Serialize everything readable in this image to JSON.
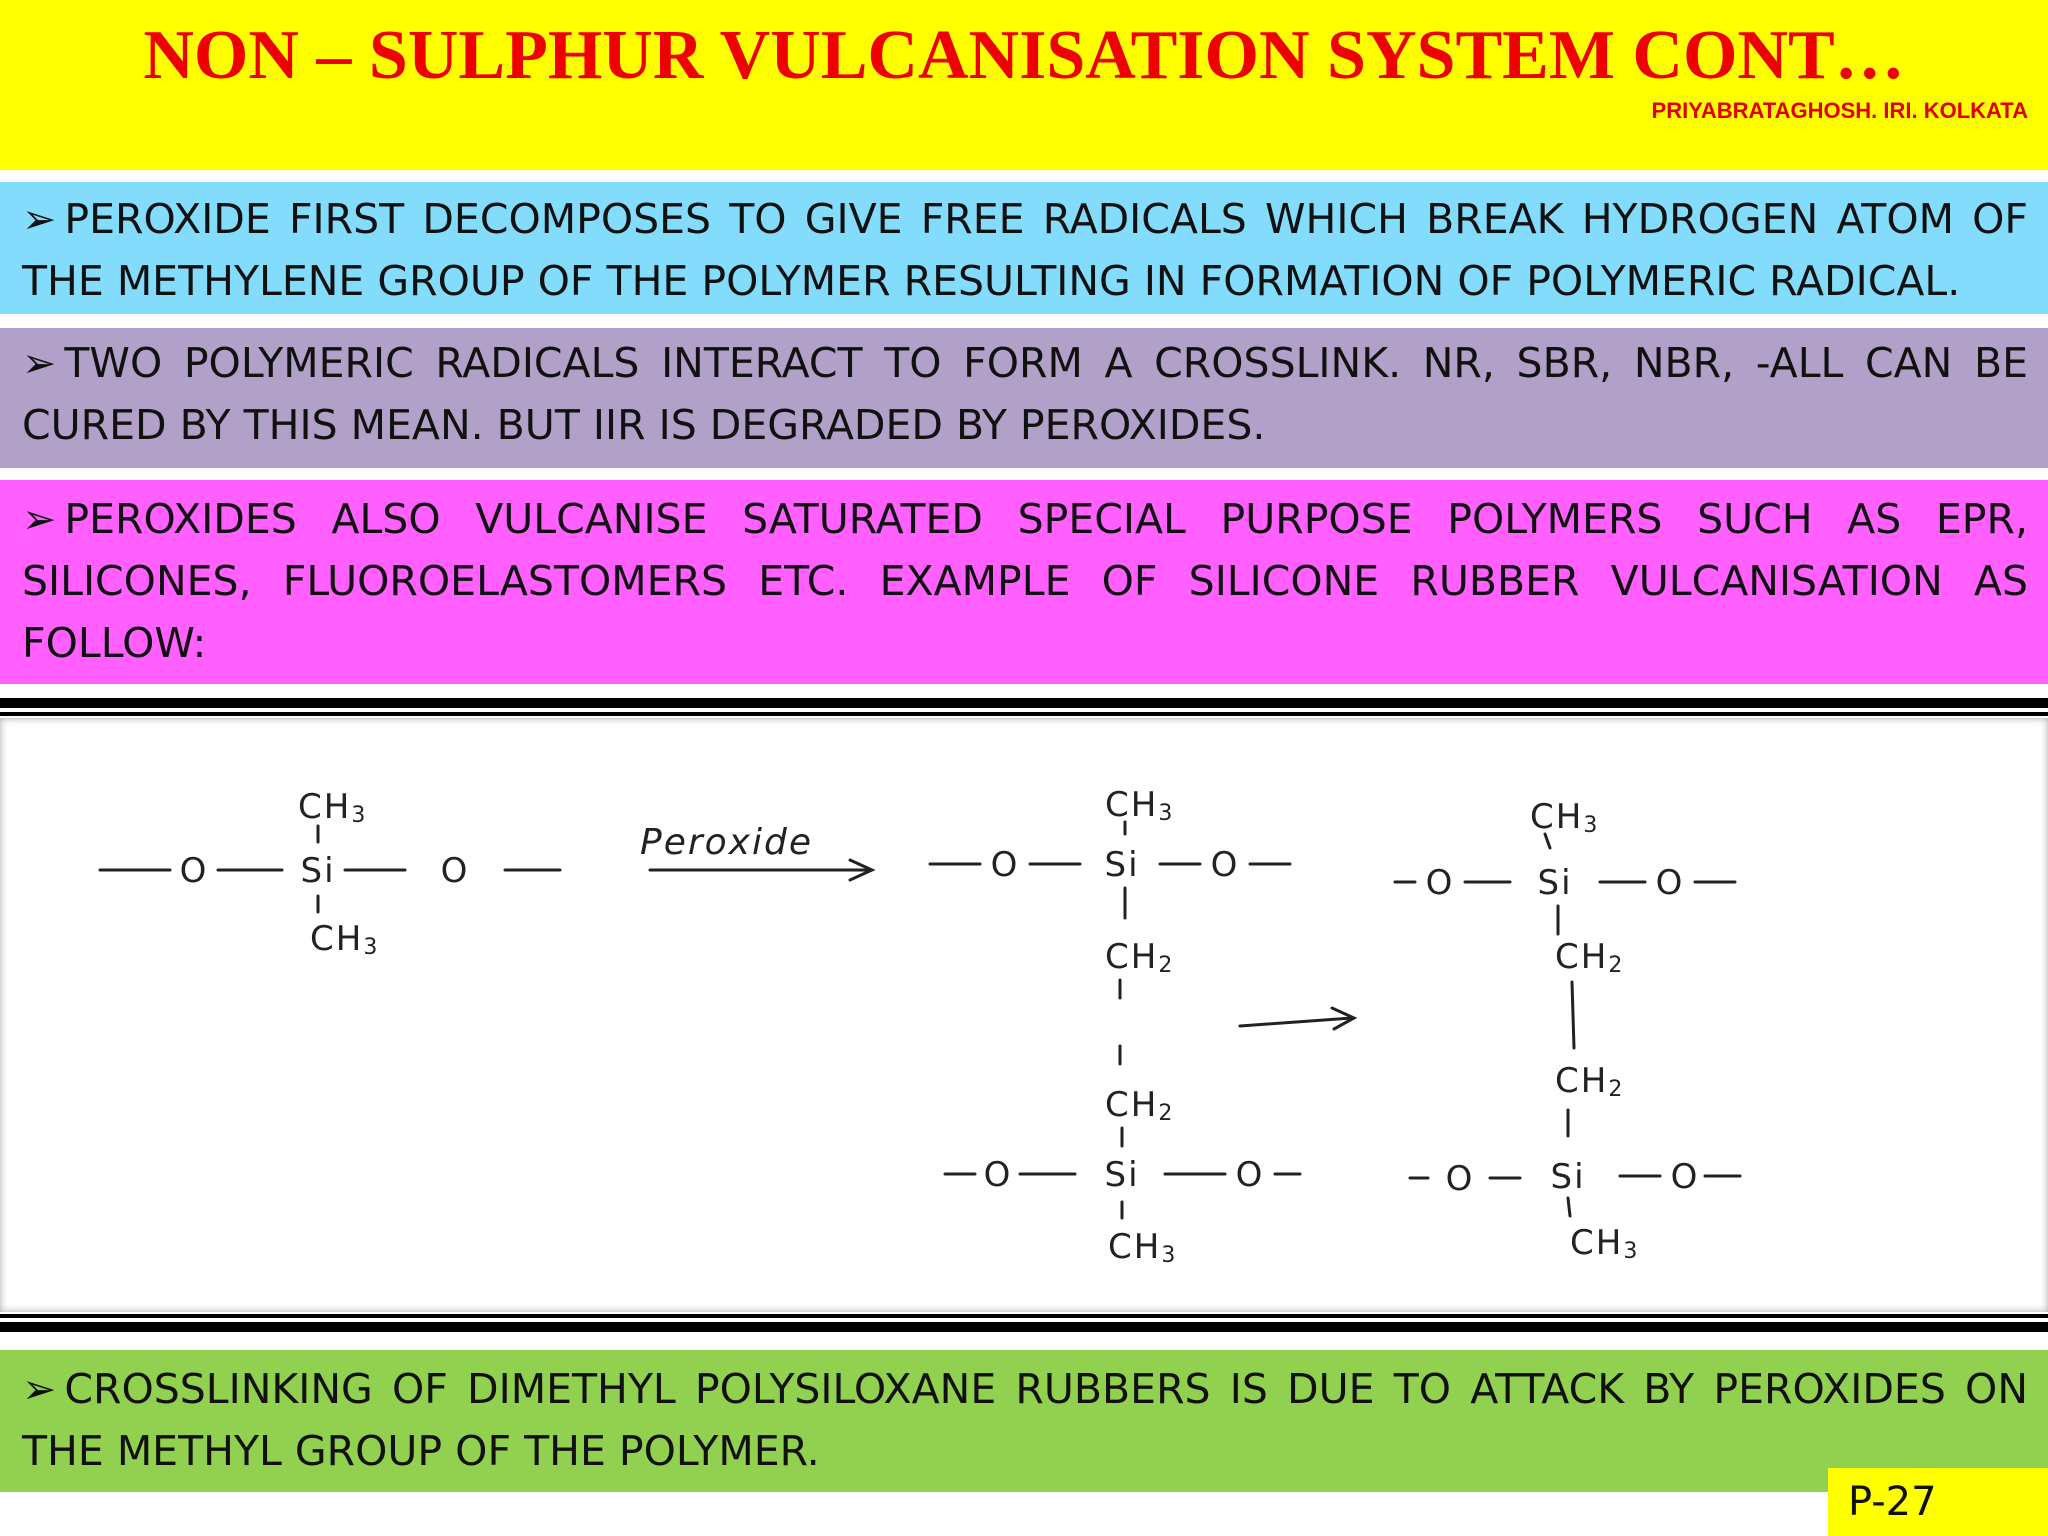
{
  "header": {
    "title": "NON – SULPHUR VULCANISATION SYSTEM CONT…",
    "author": "PRIYABRATAGHOSH. IRI. KOLKATA"
  },
  "bullets": [
    {
      "marker": "➢",
      "text": "PEROXIDE FIRST DECOMPOSES TO GIVE FREE RADICALS WHICH BREAK HYDROGEN ATOM OF THE METHYLENE GROUP OF THE POLYMER RESULTING IN FORMATION OF POLYMERIC RADICAL.",
      "bg": "#84dcfc"
    },
    {
      "marker": "➢",
      "text": "TWO POLYMERIC RADICALS INTERACT TO FORM A CROSSLINK. NR, SBR, NBR, -ALL CAN BE CURED BY THIS MEAN. BUT IIR IS DEGRADED BY PEROXIDES.",
      "bg": "#b1a1c8"
    },
    {
      "marker": "➢",
      "text": "PEROXIDES ALSO VULCANISE SATURATED SPECIAL PURPOSE POLYMERS SUCH AS EPR, SILICONES, FLUOROELASTOMERS ETC. EXAMPLE OF SILICONE RUBBER VULCANISATION AS FOLLOW:",
      "bg": "#ff60ff"
    },
    {
      "marker": "➢",
      "text": "CROSSLINKING OF DIMETHYL POLYSILOXANE RUBBERS IS DUE TO ATTACK BY PEROXIDES ON THE METHYL GROUP OF THE POLYMER.",
      "bg": "#92d050"
    }
  ],
  "diagram": {
    "reagent_label": "Peroxide",
    "silicon": "Si",
    "oxygen": "O",
    "methyl": "CH",
    "methyl_sub": "3",
    "methylene": "CH",
    "methylene_sub": "2"
  },
  "page": "P-27",
  "colors": {
    "header_bg": "#ffff00",
    "title": "#ee0000"
  }
}
